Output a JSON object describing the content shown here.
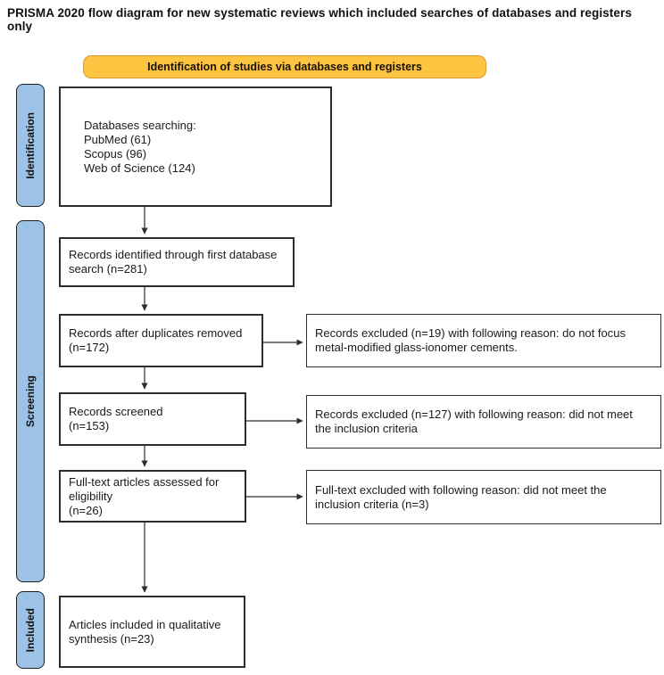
{
  "page_title": "PRISMA 2020 flow diagram for new systematic reviews which included searches of databases and registers only",
  "banner": {
    "label": "Identification of studies via databases and registers",
    "fill_color": "#FDC442",
    "border_color": "#DB9B30"
  },
  "stages": {
    "fill_color": "#9CC3E5",
    "border_color": "#1F1F1F",
    "identification": "Identification",
    "screening": "Screening",
    "included": "Included"
  },
  "boxes": {
    "databases": {
      "lines": [
        "Databases searching:",
        "PubMed (61)",
        "Scopus (96)",
        "Web of Science (124)"
      ]
    },
    "identified": {
      "lines": [
        "Records identified through first database",
        "search (n=281)"
      ]
    },
    "deduplicated": {
      "lines": [
        "Records after duplicates removed",
        "(n=172)"
      ]
    },
    "screened": {
      "lines": [
        "Records screened",
        "(n=153)"
      ]
    },
    "fulltext": {
      "lines": [
        "Full-text articles assessed for",
        "eligibility",
        "(n=26)"
      ]
    },
    "included": {
      "lines": [
        "Articles included in qualitative",
        "synthesis (n=23)"
      ]
    }
  },
  "exclusions": {
    "dedup_excluded": "Records excluded (n=19) with following reason: do not focus metal-modified glass-ionomer cements.",
    "screened_excluded": "Records excluded (n=127) with following reason: did not meet the inclusion criteria",
    "fulltext_excluded": "Full-text excluded with following reason: did not meet the inclusion criteria (n=3)"
  }
}
